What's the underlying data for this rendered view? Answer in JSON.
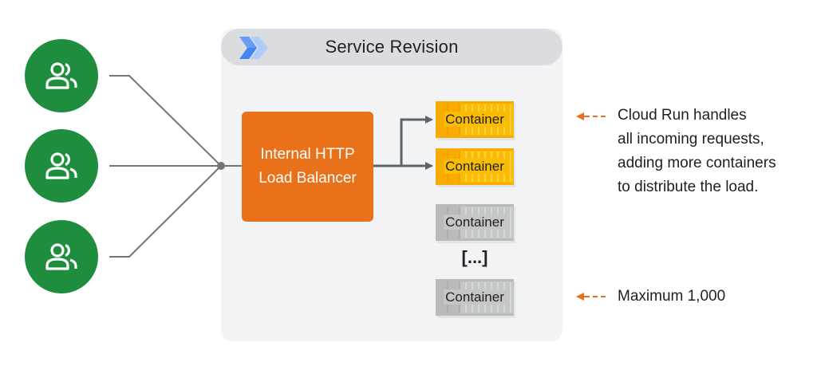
{
  "panel": {
    "title": "Service Revision",
    "logo_icon": "cloud-run-icon"
  },
  "users": [
    {
      "icon": "group-icon"
    },
    {
      "icon": "group-icon"
    },
    {
      "icon": "group-icon"
    }
  ],
  "load_balancer": {
    "label": "Internal HTTP\nLoad Balancer"
  },
  "containers": [
    {
      "label": "Container",
      "state": "active"
    },
    {
      "label": "Container",
      "state": "active"
    },
    {
      "label": "Container",
      "state": "idle"
    },
    {
      "label": "Container",
      "state": "idle"
    }
  ],
  "ellipsis": "[...]",
  "notes": [
    {
      "text": "Cloud Run handles\nall incoming requests,\nadding more containers\nto distribute the load."
    },
    {
      "text": "Maximum 1,000"
    }
  ],
  "colors": {
    "user_green": "#1e8e3e",
    "load_balancer_orange": "#e8711a",
    "container_active": "#fbbc04",
    "container_idle": "#c4c7c5",
    "note_arrow": "#e8711a",
    "panel_bg": "#f1f3f4",
    "panel_header": "#dadce0",
    "wire": "#5f6368"
  }
}
